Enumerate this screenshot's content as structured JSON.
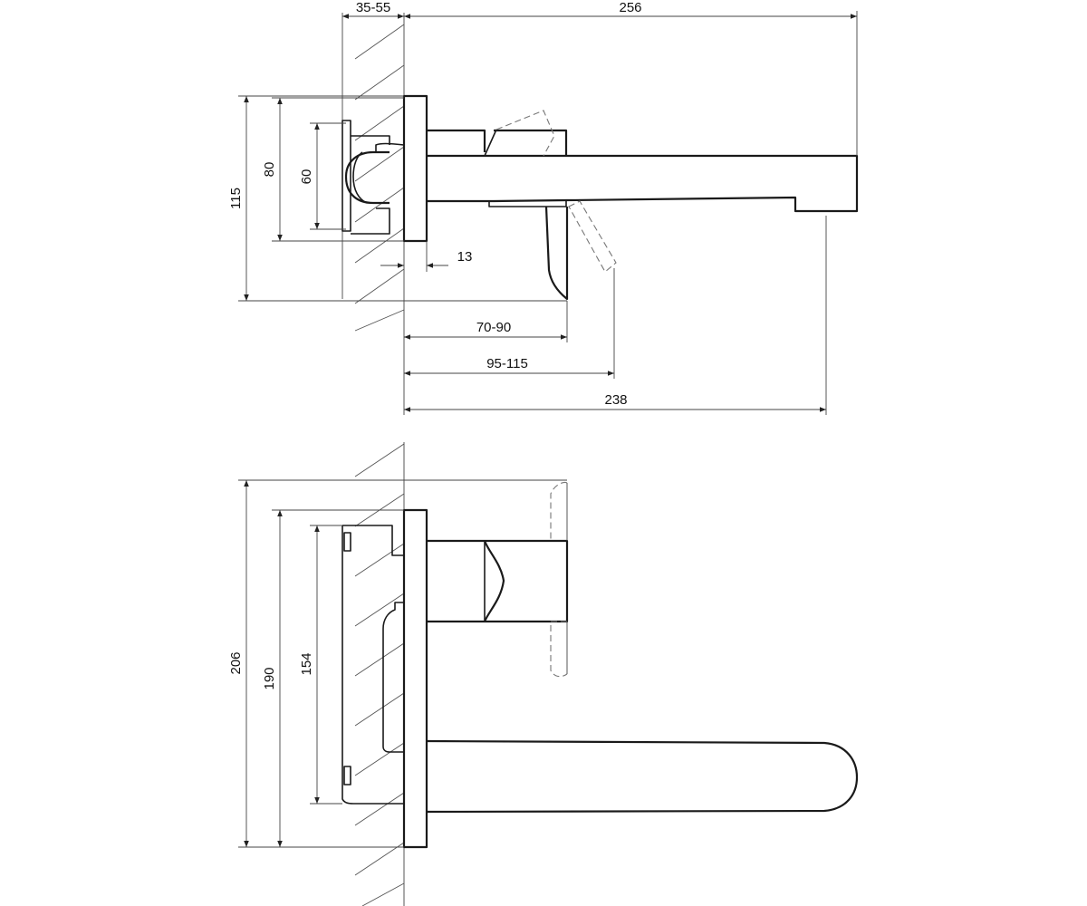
{
  "side_view": {
    "dims": {
      "wall_depth": "35-55",
      "total_length": "256",
      "height_outer": "115",
      "height_80": "80",
      "height_60": "60",
      "plate": "13",
      "handle_reach": "70-90",
      "handle_reach_open": "95-115",
      "outlet_reach": "238"
    }
  },
  "front_view": {
    "dims": {
      "plate_height": "206",
      "body_height": "190",
      "box_height": "154"
    }
  }
}
